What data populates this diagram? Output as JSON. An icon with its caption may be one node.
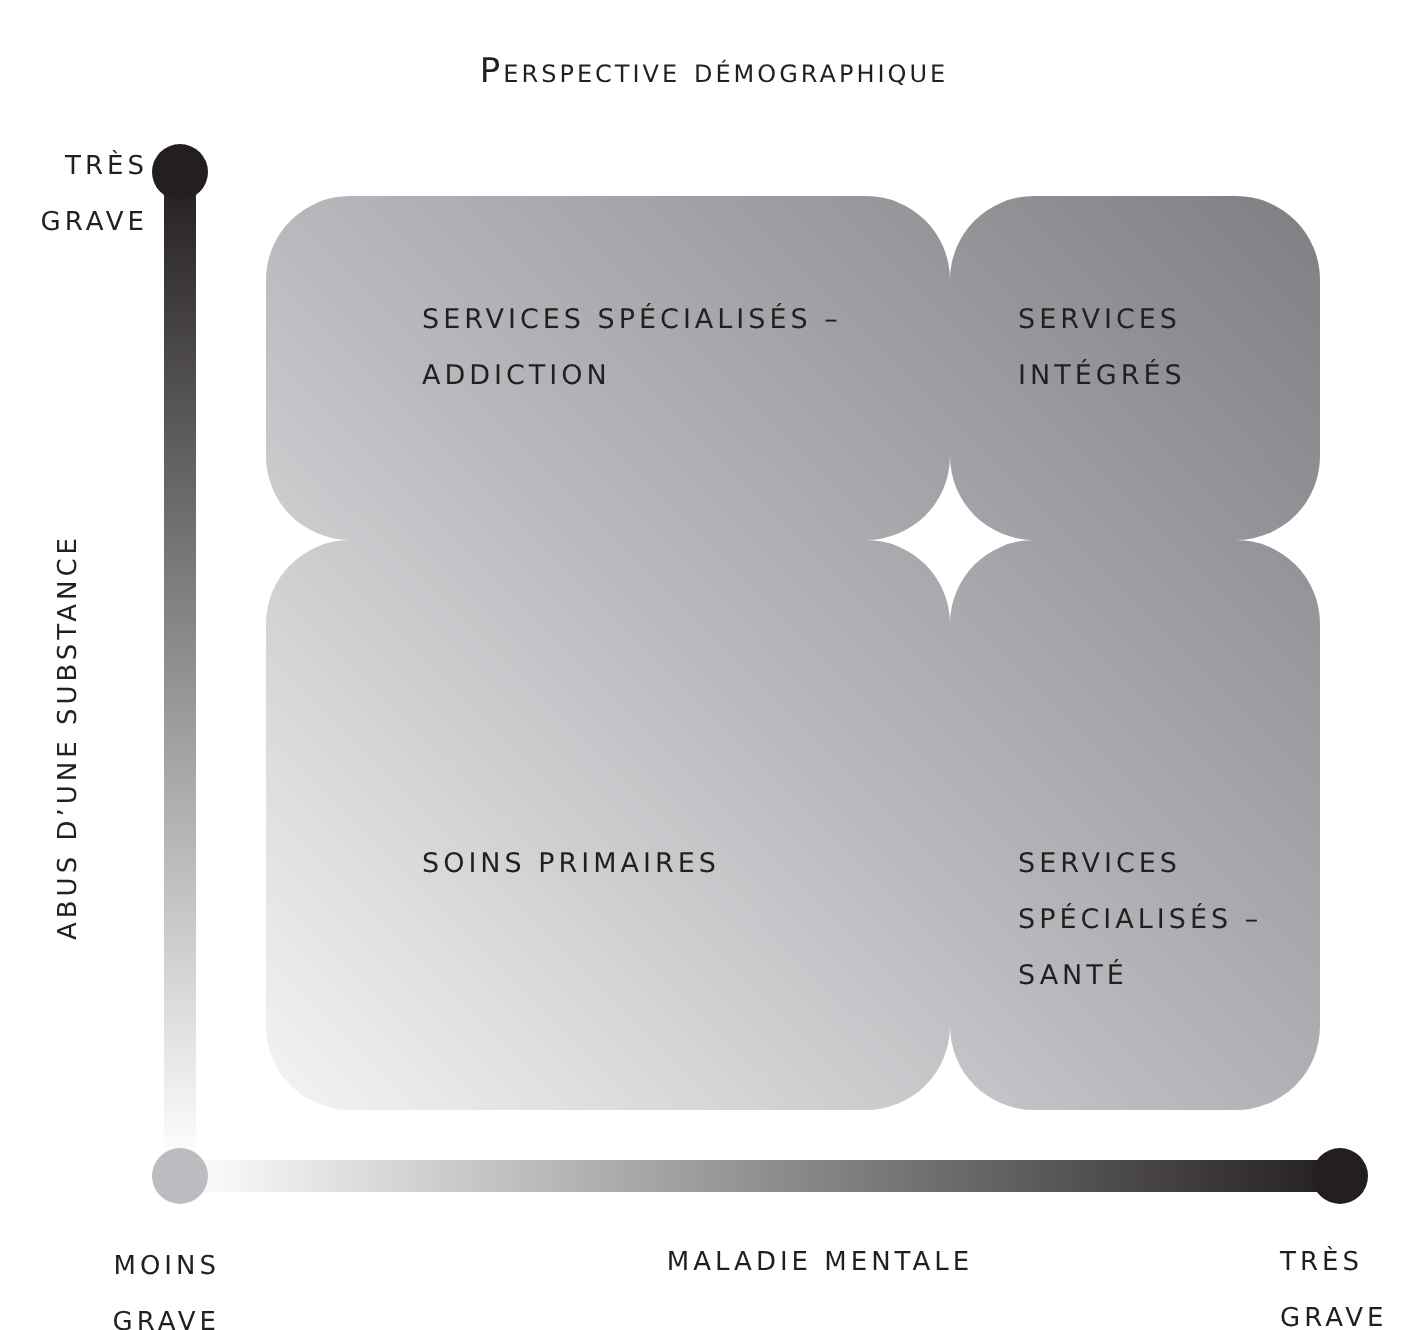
{
  "diagram": {
    "title": "Perspective démographique",
    "nodes": [
      {
        "text": [
          "SERVICES SPÉCIALISÉS – ADDICTION"
        ]
      },
      {
        "text": [
          "SERVICES INTÉGRÉS"
        ]
      },
      {
        "text": [
          "SOINS PRIMAIRES"
        ]
      },
      {
        "text": [
          "SERVICES SPÉCIALISÉS – SANTÉ"
        ]
      }
    ],
    "labels": [
      "TRÈS GRAVE",
      "ABUS D’UNE SUBSTANCE",
      "MOINS GRAVE",
      "MALADIE MENTALE",
      "TRÈS GRAVE"
    ]
  }
}
